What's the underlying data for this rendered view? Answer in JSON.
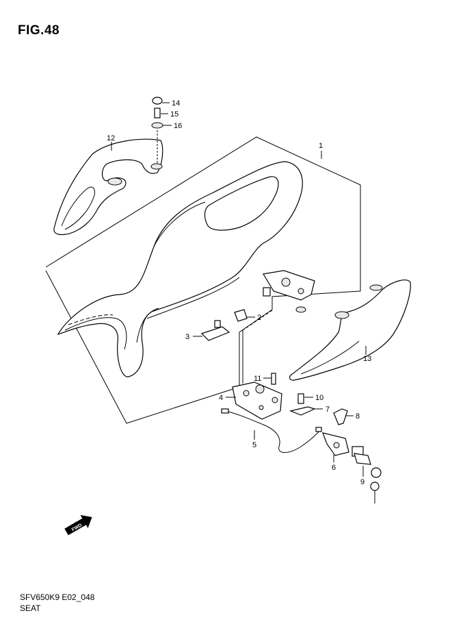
{
  "figure": {
    "title": "FIG.48",
    "code": "SFV650K9 E02_048",
    "caption": "SEAT"
  },
  "callouts": [
    {
      "id": "1",
      "label": "1"
    },
    {
      "id": "2",
      "label": "2"
    },
    {
      "id": "3",
      "label": "3"
    },
    {
      "id": "4",
      "label": "4"
    },
    {
      "id": "5",
      "label": "5"
    },
    {
      "id": "6",
      "label": "6"
    },
    {
      "id": "7",
      "label": "7"
    },
    {
      "id": "8",
      "label": "8"
    },
    {
      "id": "9",
      "label": "9"
    },
    {
      "id": "10",
      "label": "10"
    },
    {
      "id": "11",
      "label": "11"
    },
    {
      "id": "12",
      "label": "12"
    },
    {
      "id": "13",
      "label": "13"
    },
    {
      "id": "14",
      "label": "14"
    },
    {
      "id": "15",
      "label": "15"
    },
    {
      "id": "16",
      "label": "16"
    }
  ],
  "fwd_arrow": {
    "label": "FWD",
    "icon": "fwd-arrow-icon"
  }
}
